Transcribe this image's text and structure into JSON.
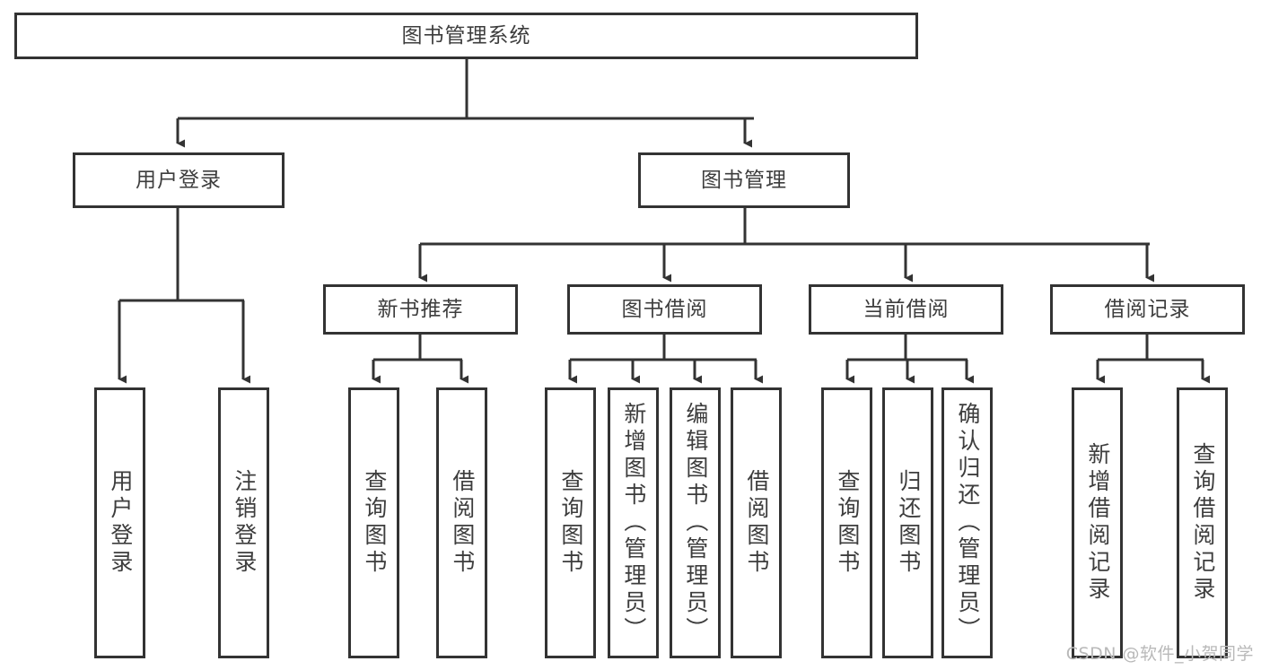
{
  "diagram": {
    "type": "tree-hierarchy-flowchart",
    "title": "图书管理系统",
    "watermark": "CSDN @软件_小贺同学",
    "colors": {
      "box_stroke": "#333333",
      "box_fill": "#ffffff",
      "connector": "#333333",
      "text": "#3d3d3d",
      "watermark": "#b9b9b9",
      "background": "#ffffff"
    },
    "levels": [
      {
        "level": 0,
        "nodes": [
          {
            "id": "root",
            "label": "图书管理系统",
            "orientation": "horizontal"
          }
        ]
      },
      {
        "level": 1,
        "nodes": [
          {
            "id": "user-login",
            "label": "用户登录",
            "orientation": "horizontal",
            "parent": "root"
          },
          {
            "id": "book-mgmt",
            "label": "图书管理",
            "orientation": "horizontal",
            "parent": "root"
          }
        ]
      },
      {
        "level": 2,
        "nodes": [
          {
            "id": "new-book-rec",
            "label": "新书推荐",
            "orientation": "horizontal",
            "parent": "book-mgmt"
          },
          {
            "id": "book-borrow",
            "label": "图书借阅",
            "orientation": "horizontal",
            "parent": "book-mgmt"
          },
          {
            "id": "current-borrow",
            "label": "当前借阅",
            "orientation": "horizontal",
            "parent": "book-mgmt"
          },
          {
            "id": "borrow-record",
            "label": "借阅记录",
            "orientation": "horizontal",
            "parent": "book-mgmt"
          }
        ]
      },
      {
        "level": 3,
        "nodes": [
          {
            "id": "leaf-1",
            "label": "用户登录",
            "orientation": "vertical",
            "parent": "user-login"
          },
          {
            "id": "leaf-2",
            "label": "注销登录",
            "orientation": "vertical",
            "parent": "user-login"
          },
          {
            "id": "leaf-3",
            "label": "查询图书",
            "orientation": "vertical",
            "parent": "new-book-rec"
          },
          {
            "id": "leaf-4",
            "label": "借阅图书",
            "orientation": "vertical",
            "parent": "new-book-rec"
          },
          {
            "id": "leaf-5",
            "label": "查询图书",
            "orientation": "vertical",
            "parent": "book-borrow"
          },
          {
            "id": "leaf-6",
            "label": "新增图书（管理员）",
            "orientation": "vertical",
            "parent": "book-borrow"
          },
          {
            "id": "leaf-7",
            "label": "编辑图书（管理员）",
            "orientation": "vertical",
            "parent": "book-borrow"
          },
          {
            "id": "leaf-8",
            "label": "借阅图书",
            "orientation": "vertical",
            "parent": "book-borrow"
          },
          {
            "id": "leaf-9",
            "label": "查询图书",
            "orientation": "vertical",
            "parent": "current-borrow"
          },
          {
            "id": "leaf-10",
            "label": "归还图书",
            "orientation": "vertical",
            "parent": "current-borrow"
          },
          {
            "id": "leaf-11",
            "label": "确认归还（管理员）",
            "orientation": "vertical",
            "parent": "current-borrow"
          },
          {
            "id": "leaf-12",
            "label": "新增借阅记录",
            "orientation": "vertical",
            "parent": "borrow-record"
          },
          {
            "id": "leaf-13",
            "label": "查询借阅记录",
            "orientation": "vertical",
            "parent": "borrow-record"
          }
        ]
      }
    ]
  }
}
